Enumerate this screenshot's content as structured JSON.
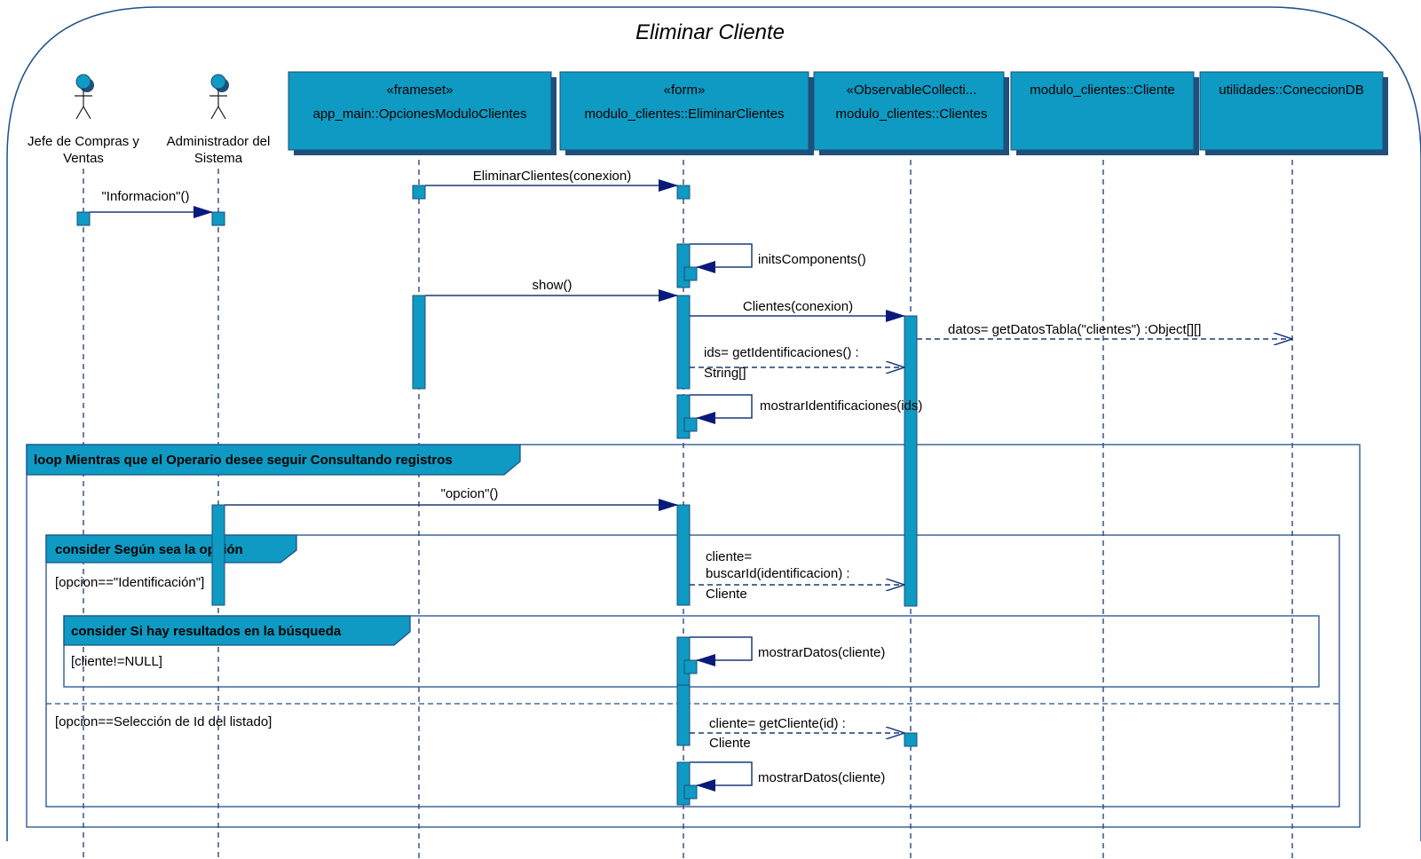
{
  "diagram": {
    "title": "Eliminar Cliente",
    "colors": {
      "fill": "#0E9AC2",
      "shadow": "#1F4F7A",
      "line": "#1A3A78",
      "arrow": "#0A1A7A",
      "border": "#1F4F8C",
      "lifeline": "#1A3A78"
    }
  },
  "actors": [
    {
      "label_line1": "Jefe de Compras y",
      "label_line2": "Ventas",
      "icon": "stick-figure-icon"
    },
    {
      "label_line1": "Administrador del",
      "label_line2": "Sistema",
      "icon": "stick-figure-icon"
    }
  ],
  "objects": [
    {
      "stereotype": "«frameset»",
      "name": "app_main::OpcionesModuloClientes"
    },
    {
      "stereotype": "«form»",
      "name": "modulo_clientes::EliminarClientes"
    },
    {
      "stereotype": "«ObservableCollecti...",
      "name": "modulo_clientes::Clientes"
    },
    {
      "stereotype": "",
      "name": "modulo_clientes::Cliente"
    },
    {
      "stereotype": "",
      "name": "utilidades::ConeccionDB"
    }
  ],
  "messages": {
    "eliminar_clientes": "EliminarClientes(conexion)",
    "informacion": "\"Informacion\"()",
    "inits_components": "initsComponents()",
    "show": "show()",
    "clientes": "Clientes(conexion)",
    "datos_line": "datos= getDatosTabla(\"clientes\") :Object[][]",
    "ids_line1": "ids= getIdentificaciones() :",
    "ids_line2": "String[]",
    "mostrar_identificaciones": "mostrarIdentificaciones(ids)",
    "opcion": "\"opcion\"()",
    "cliente_l1": "cliente=",
    "cliente_l2": "buscarId(identificacion) :",
    "cliente_l3": "Cliente",
    "mostrar_datos_1": "mostrarDatos(cliente)",
    "get_cliente_l1": "cliente= getCliente(id) :",
    "get_cliente_l2": "Cliente",
    "mostrar_datos_2": "mostrarDatos(cliente)"
  },
  "fragments": {
    "loop_label": "loop Mientras que el Operario desee seguir Consultando registros",
    "consider1_label": "consider Según sea la opción",
    "consider1_guard1": "[opcion==\"Identificación\"]",
    "consider1_guard2": "[opcion==Selección de Id del listado]",
    "consider2_label": "consider Si hay resultados en la búsqueda",
    "consider2_guard": "[cliente!=NULL]"
  }
}
